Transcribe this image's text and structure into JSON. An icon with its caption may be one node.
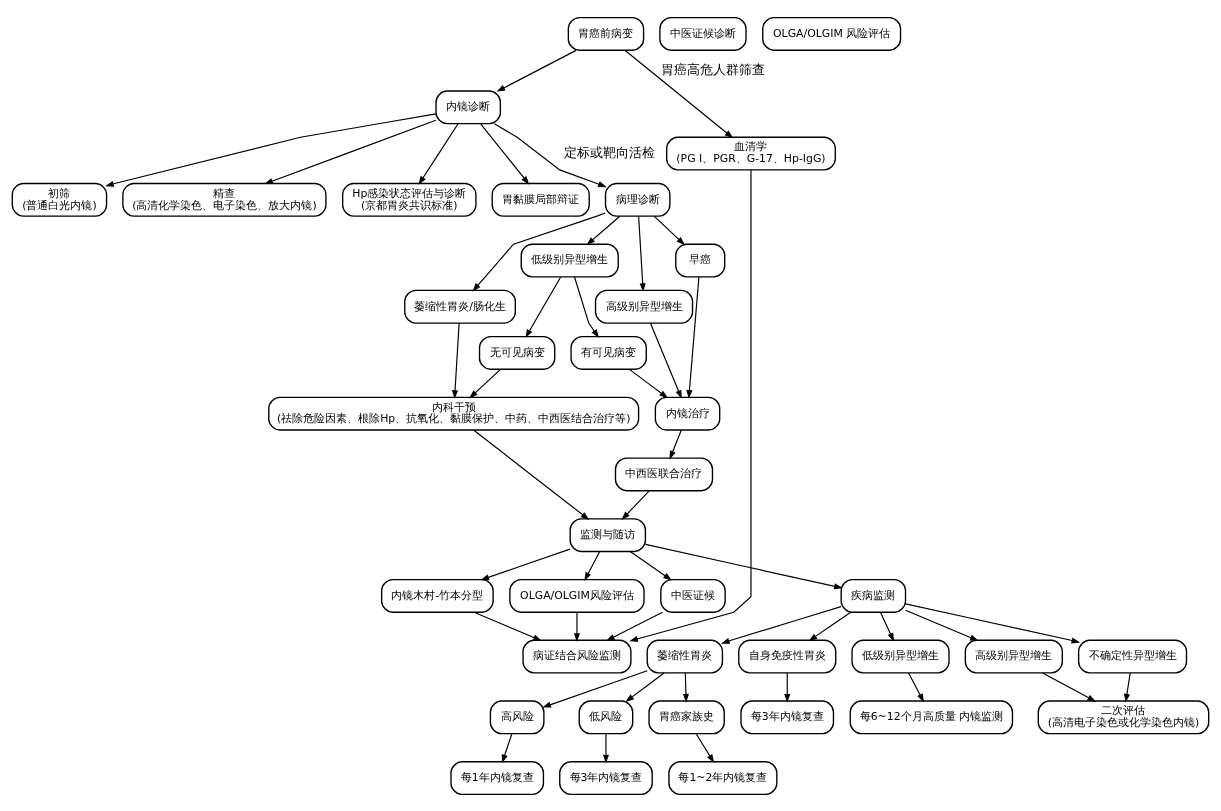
{
  "diagram": {
    "nodes": [
      {
        "text": [
          "胃癌前病变"
        ]
      },
      {
        "text": [
          "中医证候诊断"
        ]
      },
      {
        "text": [
          "初筛",
          "(普通白光内镜)"
        ]
      },
      {
        "text": [
          "精查",
          "(高清化学染色、电子染色、放大内镜)"
        ]
      },
      {
        "text": [
          "Hp感染状态评估与诊断",
          "(京都胃炎共识标准)"
        ]
      },
      {
        "text": [
          "胃黏膜局部辩证"
        ]
      },
      {
        "text": [
          "内镜诊断"
        ]
      },
      {
        "text": [
          "病理诊断"
        ]
      },
      {
        "text": [
          "萎缩性胃炎/肠化生"
        ]
      },
      {
        "text": [
          "低级别异型增生"
        ]
      },
      {
        "text": [
          "高级别异型增生"
        ]
      },
      {
        "text": [
          "早癌"
        ]
      },
      {
        "text": [
          "OLGA/OLGIM 风险评估"
        ]
      },
      {
        "text": [
          "无可见病变"
        ]
      },
      {
        "text": [
          "有可见病变"
        ]
      },
      {
        "text": [
          "内科干预",
          "(祛除危险因素、根除Hp、抗氧化、黏膜保护、中药、中西医结合治疗等)"
        ]
      },
      {
        "text": [
          "内镜治疗"
        ]
      },
      {
        "text": [
          "中西医联合治疗"
        ]
      },
      {
        "text": [
          "血清学",
          "(PG Ⅰ、PGR、G-17、Hp-IgG)"
        ]
      },
      {
        "text": [
          "内镜木村-竹本分型"
        ]
      },
      {
        "text": [
          "OLGA/OLGIM风险评估"
        ]
      },
      {
        "text": [
          "中医证候"
        ]
      },
      {
        "text": [
          "病证结合风险监测"
        ]
      },
      {
        "text": [
          "监测与随访"
        ]
      },
      {
        "text": [
          "疾病监测"
        ]
      },
      {
        "text": [
          "萎缩性胃炎"
        ]
      },
      {
        "text": [
          "自身免疫性胃炎"
        ]
      },
      {
        "text": [
          "低级别异型增生"
        ]
      },
      {
        "text": [
          "高级别异型增生"
        ]
      },
      {
        "text": [
          "不确定性异型增生"
        ]
      },
      {
        "text": [
          "高风险"
        ]
      },
      {
        "text": [
          "低风险"
        ]
      },
      {
        "text": [
          "胃癌家族史"
        ]
      },
      {
        "text": [
          "每3年内镜复查"
        ]
      },
      {
        "text": [
          "每6~12个月高质量 内镜监测"
        ]
      },
      {
        "text": [
          "二次评估",
          "(高清电子染色或化学染色内镜)"
        ]
      },
      {
        "text": [
          "每1年内镜复查"
        ]
      },
      {
        "text": [
          "每3年内镜复查"
        ]
      },
      {
        "text": [
          "每1~2年内镜复查"
        ]
      }
    ],
    "edges": [
      {
        "from": 0,
        "to": 6,
        "arrow": "to"
      },
      {
        "from": 0,
        "to": 18,
        "arrow": "to",
        "label": "胃癌高危人群筛查"
      },
      {
        "from": 6,
        "to": 2,
        "arrow": "to"
      },
      {
        "from": 6,
        "to": 3,
        "arrow": "to"
      },
      {
        "from": 6,
        "to": 4,
        "arrow": "to"
      },
      {
        "from": 6,
        "to": 5,
        "arrow": "to"
      },
      {
        "from": 6,
        "to": 7,
        "arrow": "to",
        "label": "定标或靶向活检"
      },
      {
        "from": 7,
        "to": 8,
        "arrow": "to"
      },
      {
        "from": 7,
        "to": 9,
        "arrow": "to"
      },
      {
        "from": 7,
        "to": 10,
        "arrow": "to"
      },
      {
        "from": 7,
        "to": 11,
        "arrow": "to"
      },
      {
        "from": 9,
        "to": 13,
        "arrow": "to"
      },
      {
        "from": 9,
        "to": 14,
        "arrow": "to"
      },
      {
        "from": 8,
        "to": 15,
        "arrow": "to"
      },
      {
        "from": 13,
        "to": 15,
        "arrow": "to"
      },
      {
        "from": 14,
        "to": 16,
        "arrow": "to"
      },
      {
        "from": 10,
        "to": 16,
        "arrow": "to"
      },
      {
        "from": 11,
        "to": 16,
        "arrow": "to"
      },
      {
        "from": 16,
        "to": 17,
        "arrow": "to"
      },
      {
        "from": 15,
        "to": 23,
        "arrow": "to"
      },
      {
        "from": 17,
        "to": 23,
        "arrow": "to"
      },
      {
        "from": 23,
        "to": 19,
        "arrow": "to"
      },
      {
        "from": 23,
        "to": 20,
        "arrow": "to"
      },
      {
        "from": 23,
        "to": 21,
        "arrow": "to"
      },
      {
        "from": 18,
        "to": 22,
        "arrow": "to"
      },
      {
        "from": 19,
        "to": 22,
        "arrow": "to"
      },
      {
        "from": 20,
        "to": 22,
        "arrow": "to"
      },
      {
        "from": 21,
        "to": 22,
        "arrow": "to"
      },
      {
        "from": 23,
        "to": 24,
        "arrow": "to"
      },
      {
        "from": 24,
        "to": 25,
        "arrow": "to"
      },
      {
        "from": 24,
        "to": 26,
        "arrow": "to"
      },
      {
        "from": 24,
        "to": 27,
        "arrow": "to"
      },
      {
        "from": 24,
        "to": 28,
        "arrow": "to"
      },
      {
        "from": 24,
        "to": 29,
        "arrow": "to"
      },
      {
        "from": 25,
        "to": 30,
        "arrow": "to"
      },
      {
        "from": 25,
        "to": 31,
        "arrow": "to"
      },
      {
        "from": 25,
        "to": 32,
        "arrow": "to"
      },
      {
        "from": 30,
        "to": 36,
        "arrow": "to"
      },
      {
        "from": 31,
        "to": 37,
        "arrow": "to"
      },
      {
        "from": 32,
        "to": 38,
        "arrow": "to"
      },
      {
        "from": 26,
        "to": 33,
        "arrow": "to"
      },
      {
        "from": 27,
        "to": 34,
        "arrow": "to"
      },
      {
        "from": 28,
        "to": 35,
        "arrow": "to"
      },
      {
        "from": 29,
        "to": 35,
        "arrow": "to"
      }
    ]
  }
}
